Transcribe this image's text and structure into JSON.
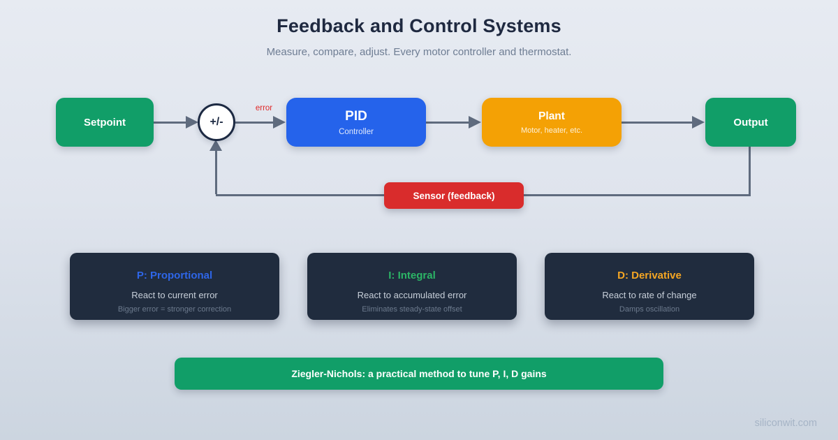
{
  "header": {
    "title": "Feedback and Control Systems",
    "subtitle": "Measure, compare, adjust. Every motor controller and thermostat."
  },
  "flow": {
    "setpoint": {
      "label": "Setpoint",
      "color": "#119e68"
    },
    "junction": {
      "label": "+/-"
    },
    "error_label": "error",
    "error_color": "#e02828",
    "pid": {
      "label": "PID",
      "sublabel": "Controller",
      "color": "#2563eb"
    },
    "plant": {
      "label": "Plant",
      "sublabel": "Motor, heater, etc.",
      "color": "#f4a105"
    },
    "output": {
      "label": "Output",
      "color": "#119e68"
    },
    "sensor": {
      "label": "Sensor (feedback)",
      "color": "#d92c2c"
    },
    "line_color": "#5f6b7e"
  },
  "cards": [
    {
      "title": "P: Proportional",
      "accent": "#2e66e8",
      "description": "React to current error",
      "note": "Bigger error = stronger correction"
    },
    {
      "title": "I: Integral",
      "accent": "#2cb566",
      "description": "React to accumulated error",
      "note": "Eliminates steady-state offset"
    },
    {
      "title": "D: Derivative",
      "accent": "#f5a623",
      "description": "React to rate of change",
      "note": "Damps oscillation"
    }
  ],
  "banner": {
    "text": "Ziegler-Nichols: a practical method to tune P, I, D gains",
    "color": "#119e68"
  },
  "footer": {
    "watermark": "siliconwit.com"
  }
}
